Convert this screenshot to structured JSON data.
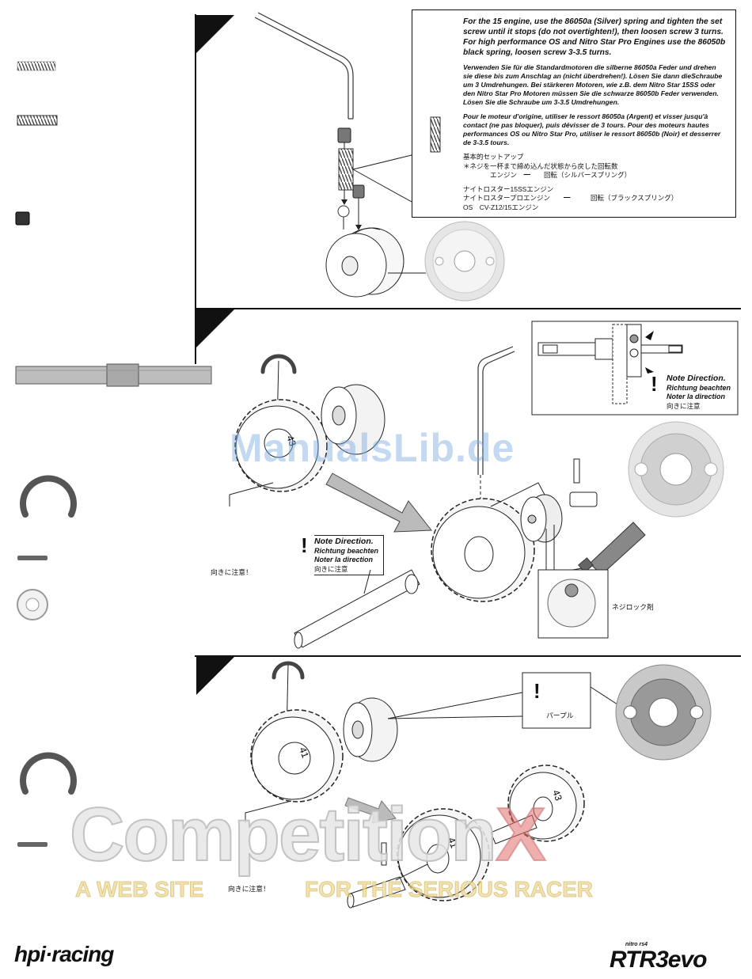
{
  "instructions": {
    "en": "For the     15  engine, use the 86050a (Silver) spring and tighten the set screw until it stops (do not overtighten!), then loosen screw 3 turns. For high performance OS and Nitro Star Pro Engines use the 86050b black spring, loosen screw 3-3.5 turns.",
    "de": "Verwenden Sie für die Standardmotoren die silberne 86050a Feder und drehen sie diese bis zum Anschlag an (nicht überdrehen!). Lösen Sie dann dieSchraube um 3 Umdrehungen. Bei stärkeren Motoren, wie z.B. dem Nitro Star 15SS oder den Nitro Star Pro Motoren müssen Sie die schwarze 86050b Feder verwenden. Lösen Sie die Schraube um 3-3.5 Umdrehungen.",
    "fr": "Pour le moteur d'origine, utiliser le ressort 86050a (Argent) et visser jusqu'à contact (ne pas bloquer), puis dévisser de 3 tours. Pour des moteurs hautes performances OS ou Nitro Star Pro, utiliser le ressort 86050b (Noir) et desserrer de 3-3.5 tours.",
    "jp": [
      "基本的セットアップ",
      "＊ネジを一杯まで締め込んだ状態から戻した回転数",
      "　　　　エンジン　━　　回転（シルバースプリング）",
      "",
      "ナイトロスター15SSエンジン",
      "ナイトロスタープロエンジン　　━　　　回転（ブラックスプリング）",
      "OS　CV-Z12/15エンジン"
    ]
  },
  "notes": {
    "direction_1": {
      "en": "Note Direction.",
      "de": "Richtung beachten",
      "fr": "Noter la direction",
      "jp": "向きに注意"
    },
    "direction_2": {
      "en": "Note Direction.",
      "de": "Richtung beachten",
      "fr": "Noter la direction",
      "jp": "向きに注意"
    },
    "jp_caution_1": "向きに注意！",
    "jp_caution_2": "向きに注意！",
    "thread_lock": "ネジロック剤",
    "purple": "パープル"
  },
  "gears": {
    "g43": "43",
    "g41": "41",
    "g41b": "41",
    "g43b": "43"
  },
  "watermarks": {
    "manualslib": "ManualsLib.de",
    "competition_a": "Compe",
    "competition_b": "tition",
    "competition_x": "X",
    "tag_left": "A WEB SITE",
    "tag_right": "FOR THE SERIOUS RACER"
  },
  "brands": {
    "left": "hpi·racing",
    "right_small": "nitro rs4",
    "right": "RTR3evo"
  },
  "colors": {
    "ink": "#111111",
    "part_fill": "#f2f2f2",
    "dark_part": "#8c8c8c"
  }
}
